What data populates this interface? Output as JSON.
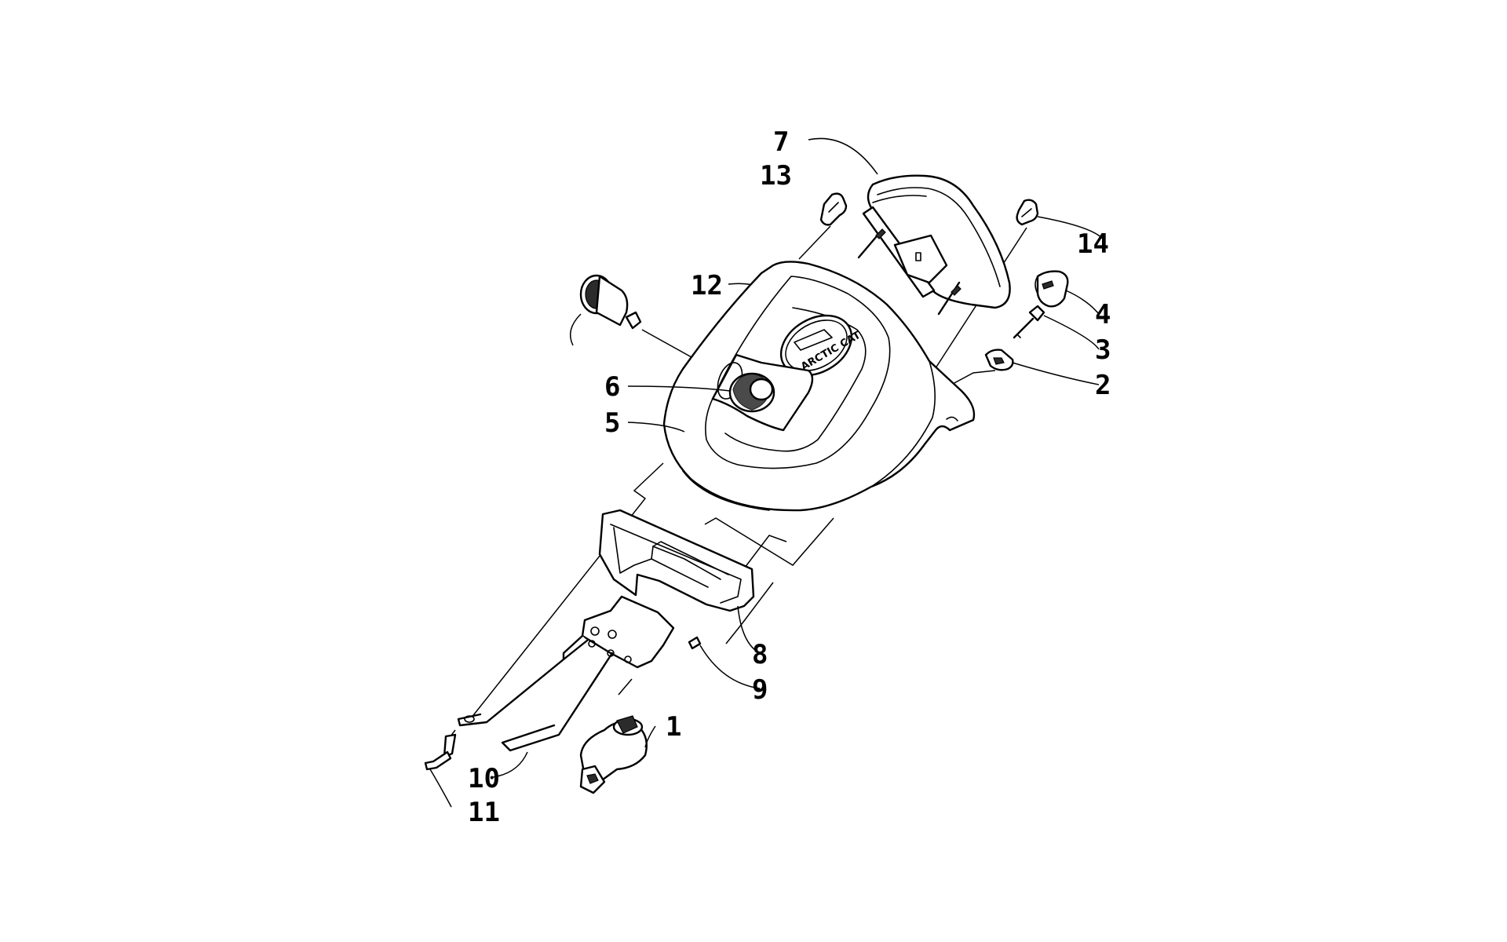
{
  "callouts": {
    "n1": "1",
    "n2": "2",
    "n3": "3",
    "n4": "4",
    "n5": "5",
    "n6": "6",
    "n7": "7",
    "n8": "8",
    "n9": "9",
    "n10": "10",
    "n11": "11",
    "n12": "12",
    "n13": "13",
    "n14": "14"
  },
  "logo": {
    "brand": "ARCTIC CAT"
  }
}
